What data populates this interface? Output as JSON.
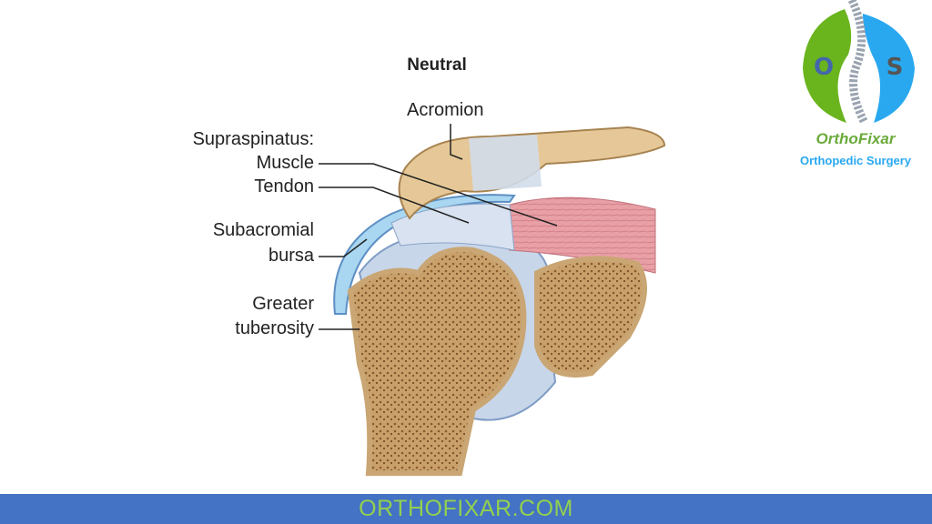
{
  "figure": {
    "title": "Neutral",
    "labels": {
      "acromion": "Acromion",
      "supraspinatus": "Supraspinatus:",
      "muscle": "Muscle",
      "tendon": "Tendon",
      "subacromial": "Subacromial",
      "bursa": "bursa",
      "greater": "Greater",
      "tuberosity": "tuberosity"
    }
  },
  "logo": {
    "letters": [
      "O",
      "S"
    ],
    "name": "OrthoFixar",
    "tagline": "Orthopedic Surgery",
    "colors": {
      "green": "#6ab41e",
      "blue": "#29a8f0"
    }
  },
  "footer": {
    "text": "ORTHOFIXAR.COM",
    "bg": "#4472c4",
    "color": "#92d050"
  }
}
